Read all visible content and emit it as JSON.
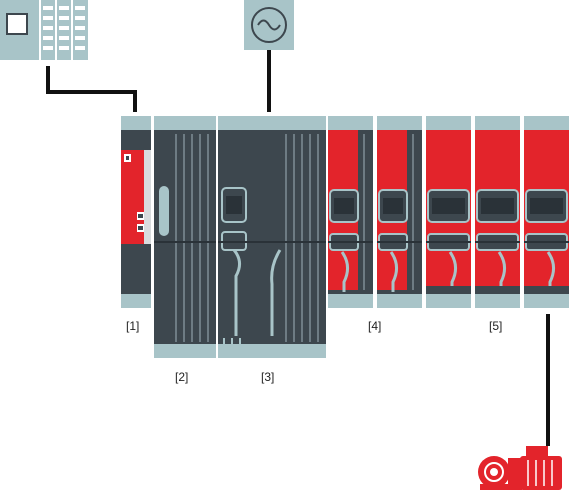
{
  "callouts": {
    "c1": "[1]",
    "c2": "[2]",
    "c3": "[3]",
    "c4": "[4]",
    "c5": "[5]"
  },
  "colors": {
    "housing_dark": "#3d474e",
    "housing_light": "#a8c4c8",
    "accent_red": "#e3242b",
    "line": "#111111"
  }
}
